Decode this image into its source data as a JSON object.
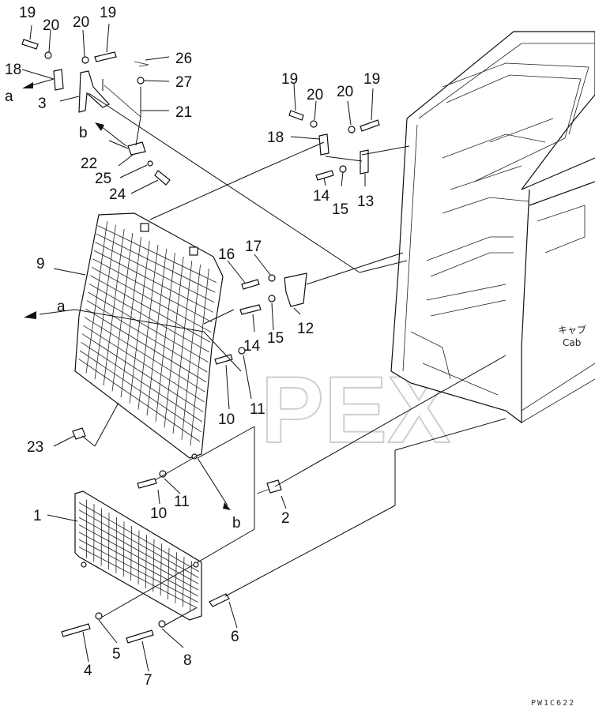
{
  "labels": {
    "p19a": "19",
    "p20a": "20",
    "p20b": "20",
    "p19b": "19",
    "p26": "26",
    "p18a": "18",
    "p27": "27",
    "p3": "3",
    "p21": "21",
    "p22": "22",
    "p25": "25",
    "p24": "24",
    "p19c": "19",
    "p20c": "20",
    "p20d": "20",
    "p19d": "19",
    "p18b": "18",
    "p14a": "14",
    "p15a": "15",
    "p13": "13",
    "p9": "9",
    "p16": "16",
    "p17": "17",
    "p14b": "14",
    "p15b": "15",
    "p12": "12",
    "p10a": "10",
    "p11a": "11",
    "p23": "23",
    "p10b": "10",
    "p11b": "11",
    "p2": "2",
    "p1": "1",
    "p4": "4",
    "p5": "5",
    "p7": "7",
    "p8": "8",
    "p6": "6"
  },
  "view_marks": {
    "a_top": "a",
    "b_top": "b",
    "a_mid": "a",
    "b_bottom": "b"
  },
  "cab_label": {
    "jp": "キャブ",
    "en": "Cab"
  },
  "drawing_code": "PW1C622",
  "watermark": "PEX"
}
